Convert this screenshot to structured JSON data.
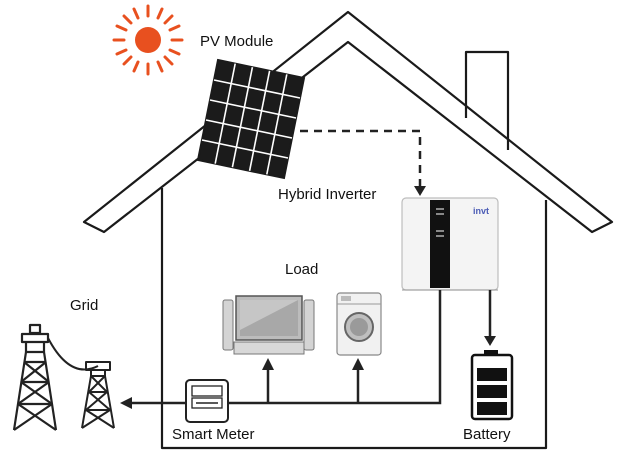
{
  "labels": {
    "pv_module": "PV Module",
    "hybrid_inverter": "Hybrid Inverter",
    "load": "Load",
    "grid": "Grid",
    "smart_meter": "Smart Meter",
    "battery": "Battery"
  },
  "inverter_brand": "invt",
  "colors": {
    "sun": "#e8501f",
    "house_outline": "#1a1a1a",
    "lines": "#222222",
    "brand": "#4a5bb5"
  },
  "connections": [
    {
      "from": "pv_module",
      "to": "hybrid_inverter",
      "style": "dashed"
    },
    {
      "from": "hybrid_inverter",
      "to": "battery",
      "style": "solid"
    },
    {
      "from": "hybrid_inverter",
      "to": "load",
      "style": "solid"
    },
    {
      "from": "smart_meter",
      "to": "grid",
      "style": "solid"
    }
  ]
}
